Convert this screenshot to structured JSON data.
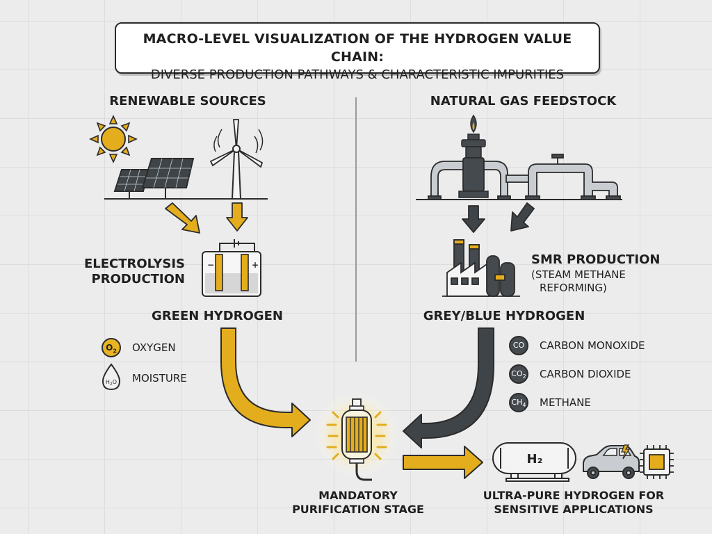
{
  "title": {
    "line1": "MACRO-LEVEL VISUALIZATION OF THE HYDROGEN VALUE CHAIN:",
    "line2": "DIVERSE PRODUCTION PATHWAYS & CHARACTERISTIC IMPURITIES"
  },
  "left": {
    "source_label": "RENEWABLE SOURCES",
    "process_label_line1": "ELECTROLYSIS",
    "process_label_line2": "PRODUCTION",
    "product_label": "GREEN HYDROGEN",
    "impurities": [
      {
        "name": "OXYGEN",
        "badge_main": "O",
        "badge_sub": "2"
      },
      {
        "name": "MOISTURE",
        "badge_main": "H",
        "badge_sub": "2",
        "badge_tail": "O"
      }
    ],
    "icons": [
      "sun-icon",
      "solar-panel-icon",
      "wind-turbine-icon",
      "electrolysis-cell-icon",
      "oxygen-badge-icon",
      "water-drop-icon"
    ]
  },
  "right": {
    "source_label": "NATURAL GAS FEEDSTOCK",
    "process_label_line1": "SMR PRODUCTION",
    "process_label_line2": "(STEAM METHANE",
    "process_label_line3": "REFORMING)",
    "product_label": "GREY/BLUE HYDROGEN",
    "impurities": [
      {
        "name": "CARBON MONOXIDE",
        "badge_main": "CO",
        "badge_sub": ""
      },
      {
        "name": "CARBON DIOXIDE",
        "badge_main": "CO",
        "badge_sub": "2"
      },
      {
        "name": "METHANE",
        "badge_main": "CH",
        "badge_sub": "4"
      }
    ],
    "icons": [
      "gas-wellhead-icon",
      "pipeline-icon",
      "factory-icon"
    ]
  },
  "bottom": {
    "purification_line1": "MANDATORY",
    "purification_line2": "PURIFICATION STAGE",
    "output_line1": "ULTRA-PURE HYDROGEN FOR",
    "output_line2": "SENSITIVE APPLICATIONS",
    "tank_label": "H₂",
    "icons": [
      "purifier-icon",
      "hydrogen-tank-icon",
      "car-icon",
      "microchip-icon"
    ]
  },
  "colors": {
    "green_path": "#e3ad1e",
    "grey_path": "#3f4448",
    "outline": "#2b2b2b",
    "background": "#ececec"
  }
}
